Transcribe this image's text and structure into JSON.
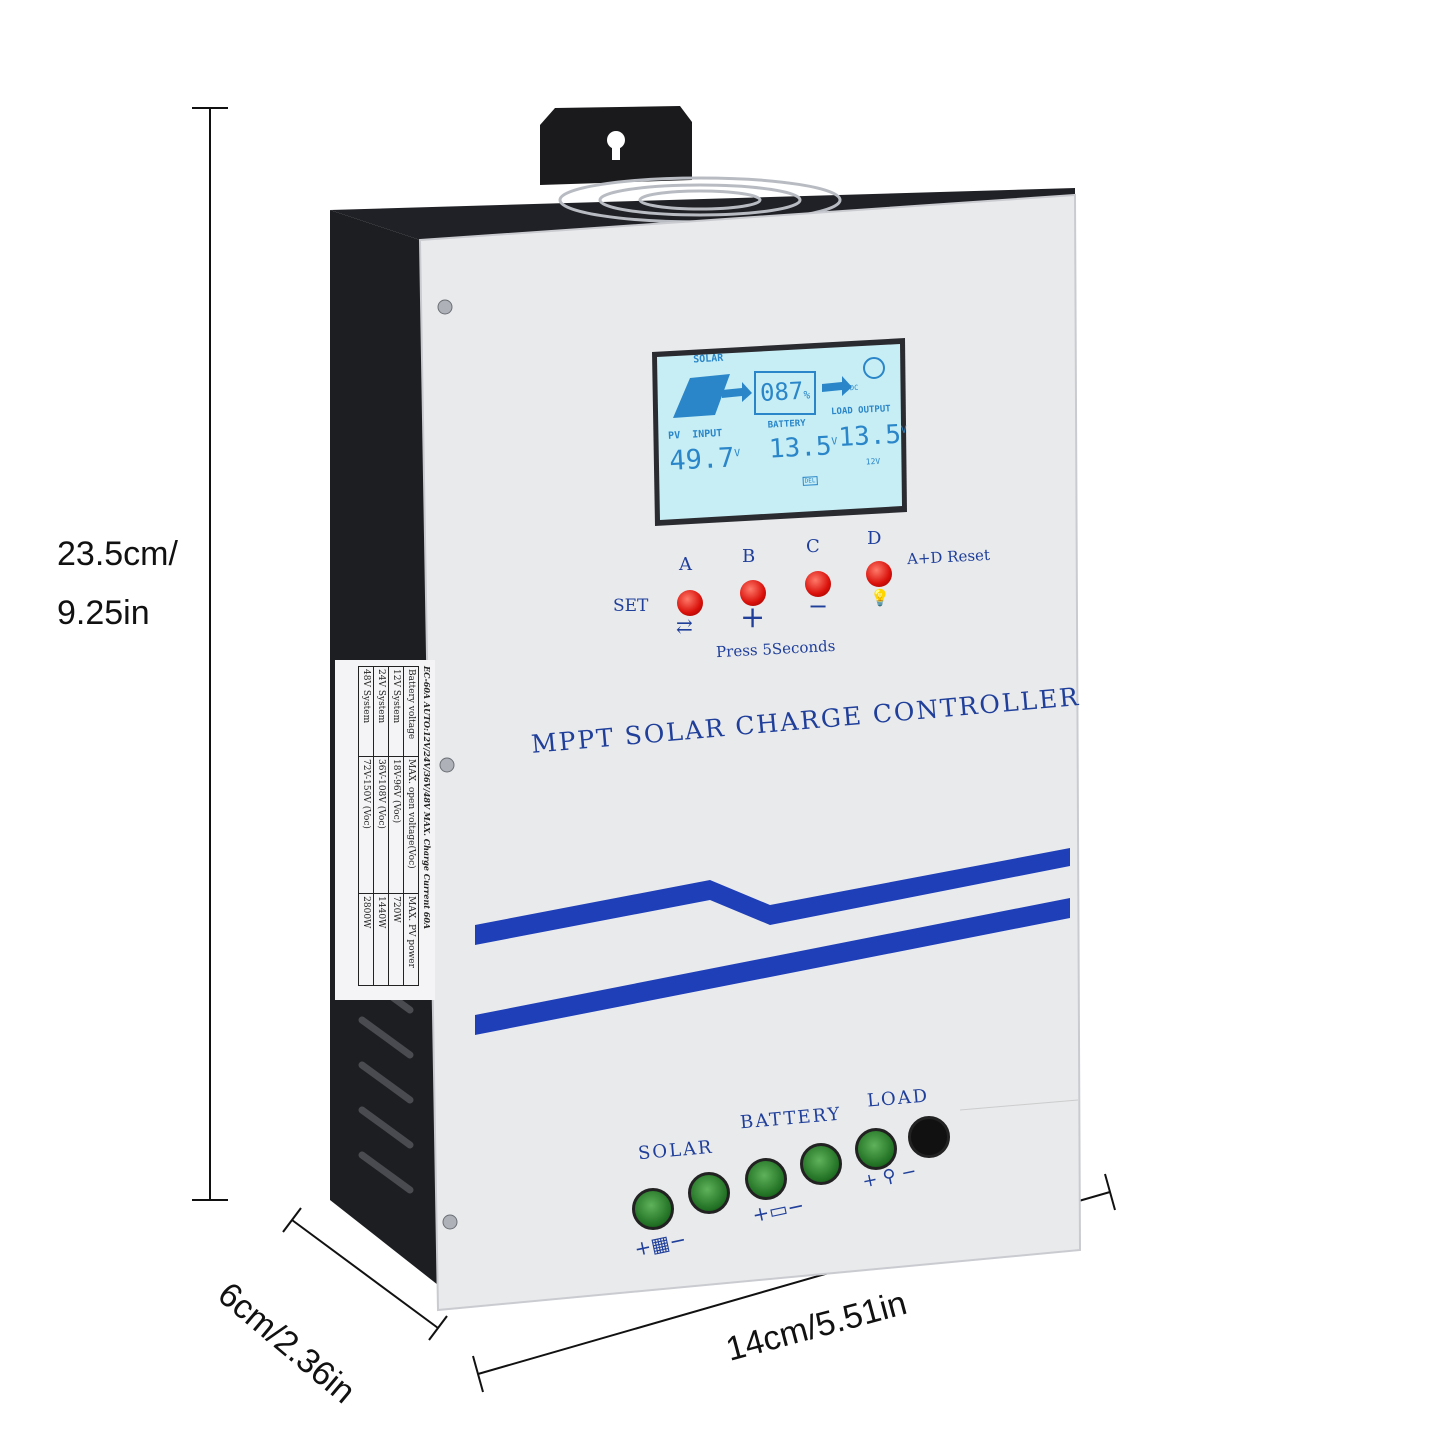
{
  "dimensions": {
    "height_line1": "23.5cm/",
    "height_line2": "9.25in",
    "depth": "6cm/2.36in",
    "width": "14cm/5.51in"
  },
  "lcd": {
    "solar_label": "SOLAR",
    "battery_percent": "087",
    "percent_sign": "%",
    "dc_label": "DC",
    "pv_input_label": "PV  INPUT",
    "pv_voltage": "49.7",
    "battery_label": "BATTERY",
    "battery_voltage": "13.5",
    "load_output_label": "LOAD OUTPUT",
    "load_voltage": "13.5",
    "unit_v": "V",
    "system_voltage": "12V",
    "del_label": "DEL"
  },
  "buttons": {
    "set_label": "SET",
    "a": "A",
    "b": "B",
    "c": "C",
    "d": "D",
    "reset_label": "A+D Reset",
    "plus": "+",
    "minus": "−",
    "press_label": "Press 5Seconds"
  },
  "product_title": "MPPT SOLAR CHARGE CONTROLLER",
  "terminals": {
    "solar": "SOLAR",
    "battery": "BATTERY",
    "load": "LOAD"
  },
  "side_label": {
    "title": "EC-60A AUTO:12V/24V/36V/48V MAX. Charge Current 60A",
    "headers": [
      "Battery voltage",
      "MAX. open voltage(Voc)",
      "MAX. PV power"
    ],
    "rows": [
      [
        "12V System",
        "18V-96V (Voc)",
        "720W"
      ],
      [
        "24V System",
        "36V-108V (Voc)",
        "1440W"
      ],
      [
        "48V System",
        "72V-150V (Voc)",
        "2800W"
      ]
    ]
  },
  "colors": {
    "front_panel": "#e9eaec",
    "casing": "#1d1e22",
    "stripe_blue": "#1f3fb8",
    "lcd_bg": "#c7eef5",
    "lcd_text": "#2a86c8",
    "button_red": "#d9100a",
    "terminal_green": "#2e8a30"
  }
}
